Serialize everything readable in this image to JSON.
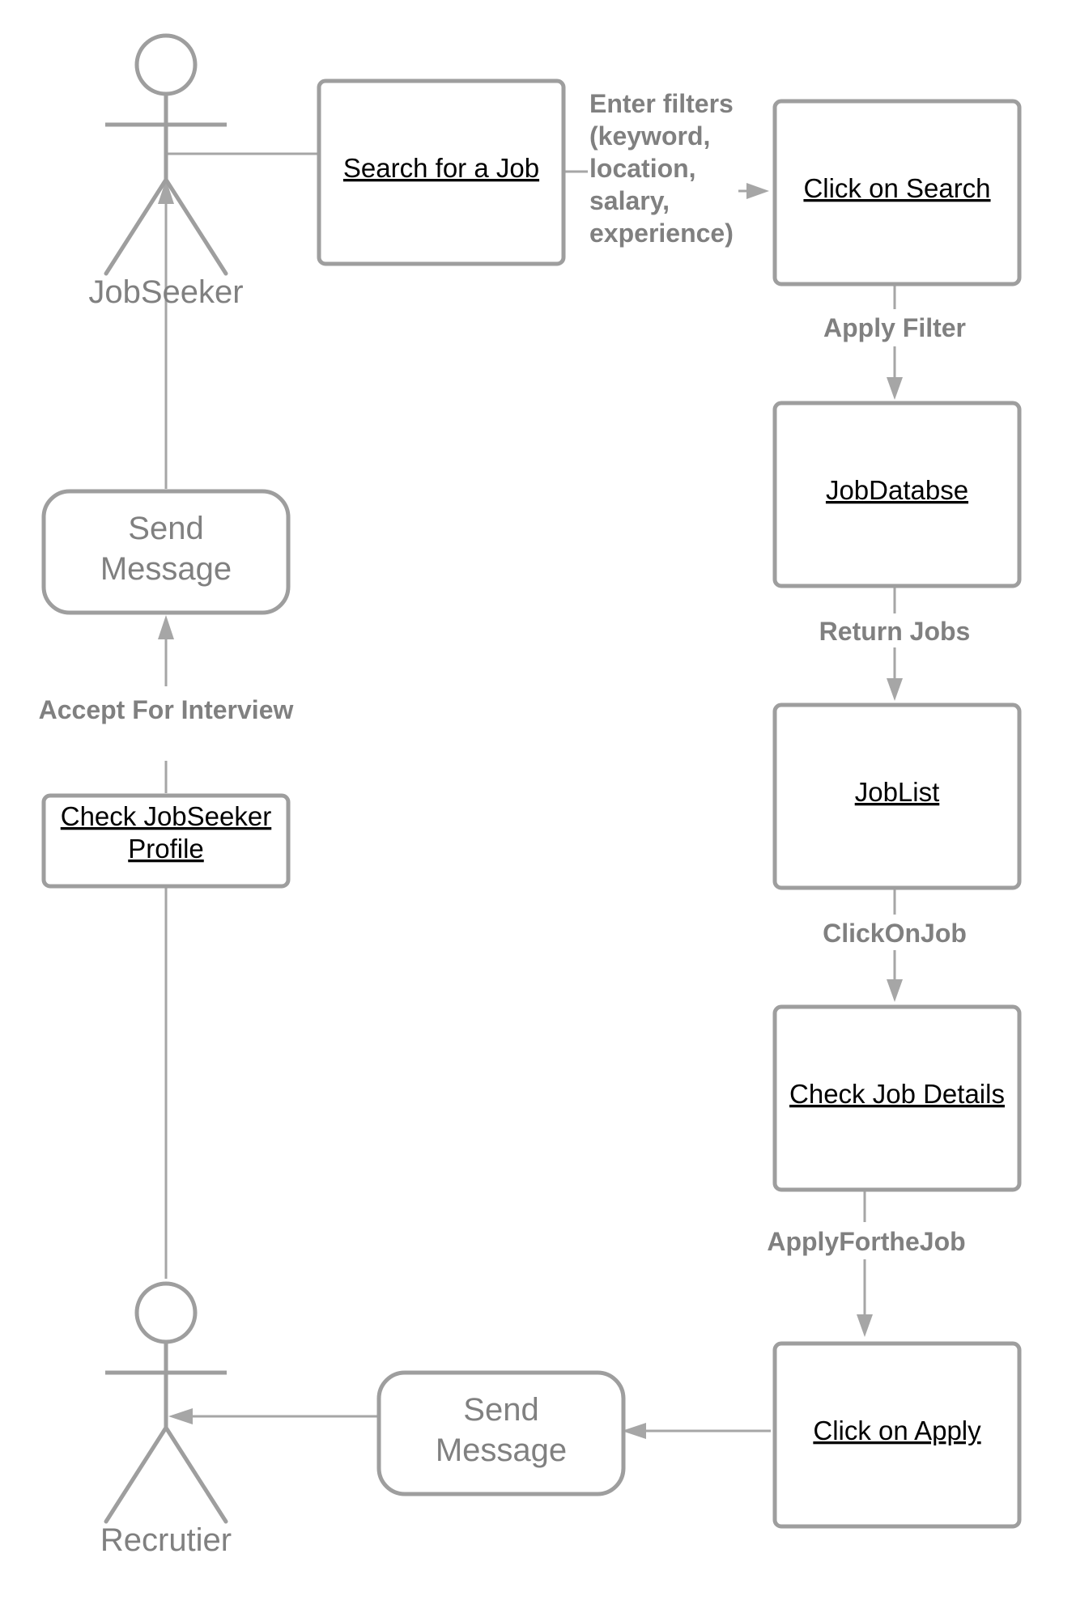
{
  "actors": {
    "jobseeker": "JobSeeker",
    "recruiter": "Recrutier"
  },
  "boxes": {
    "search_job": "Search for a Job",
    "click_search": "Click on Search",
    "job_database": "JobDatabse",
    "job_list": "JobList",
    "check_job_details": "Check Job Details",
    "click_apply": "Click on Apply",
    "check_profile_line1": "Check JobSeeker",
    "check_profile_line2": "Profile"
  },
  "messages": {
    "send_message_1_line1": "Send",
    "send_message_1_line2": "Message",
    "send_message_2_line1": "Send",
    "send_message_2_line2": "Message"
  },
  "edges": {
    "enter_filters": [
      "Enter filters",
      "(keyword,",
      "location,",
      "salary,",
      "experience)"
    ],
    "apply_filter": "Apply Filter",
    "return_jobs": "Return Jobs",
    "click_on_job": "ClickOnJob",
    "apply_for_job": "ApplyFortheJob",
    "accept_interview": "Accept For Interview"
  }
}
